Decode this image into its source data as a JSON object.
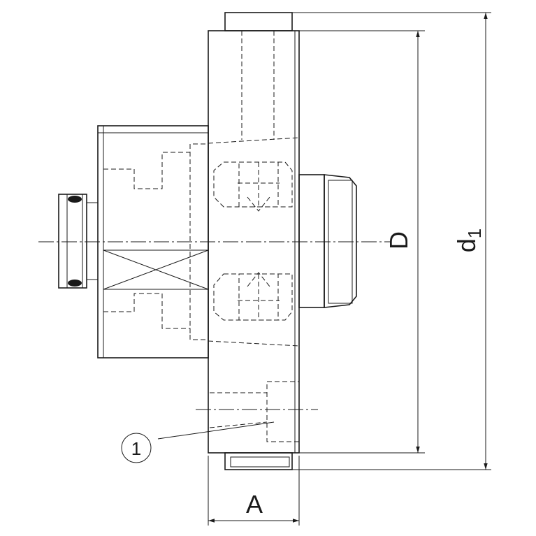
{
  "labels": {
    "A": "A",
    "D": "D",
    "d1_base": "d",
    "d1_sub": "1",
    "callout": "1"
  }
}
